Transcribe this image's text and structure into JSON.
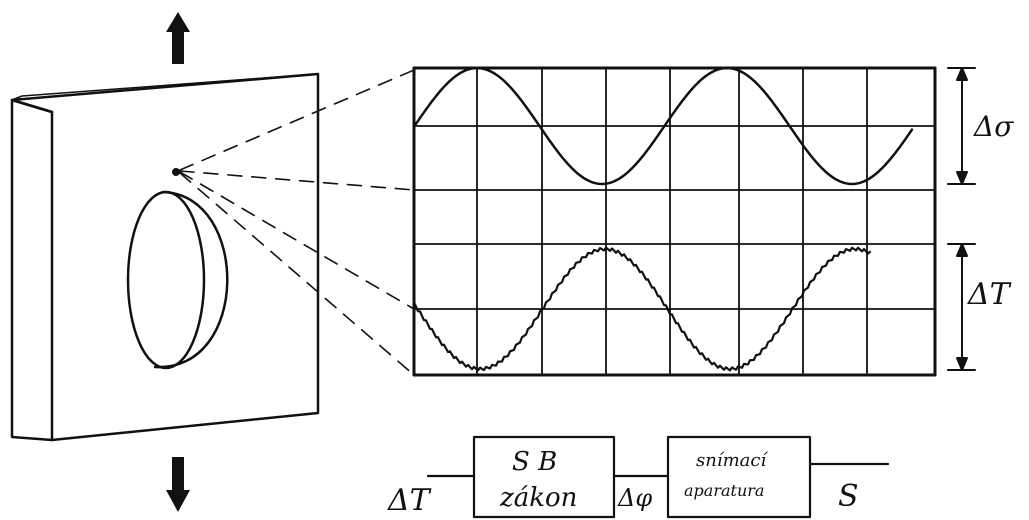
{
  "labels": {
    "delta_sigma": "Δσ",
    "delta_T_right": "ΔT",
    "delta_T_input": "ΔT",
    "delta_phi": "Δφ",
    "output_S": "S"
  },
  "blocks": {
    "sb_line1": "S B",
    "sb_line2": "zákon",
    "app_line1": "snímací",
    "app_line2": "aparatura"
  },
  "colors": {
    "ink": "#111111",
    "background": "#ffffff"
  },
  "icons": {
    "load_up": "arrow-up-icon",
    "load_down": "arrow-down-icon"
  },
  "waveforms": {
    "stress": {
      "shape": "sine",
      "cycles": 2,
      "phase": "rising-from-zero"
    },
    "temperature": {
      "shape": "sine",
      "cycles": 2,
      "phase": "inverted",
      "noisy": true
    }
  }
}
